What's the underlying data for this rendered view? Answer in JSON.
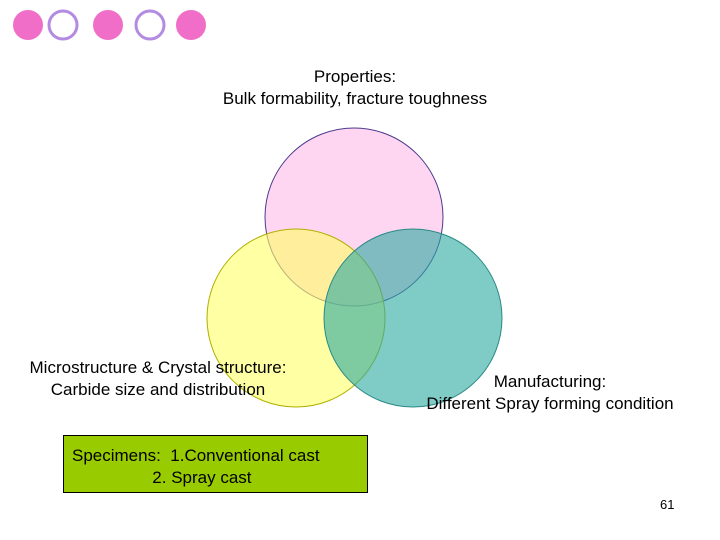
{
  "decoration": {
    "dots": [
      {
        "kind": "filled",
        "color": "#f06ec8"
      },
      {
        "kind": "outline",
        "color": "#b38be0"
      },
      {
        "kind": "filled",
        "color": "#f06ec8"
      },
      {
        "kind": "outline",
        "color": "#b38be0"
      },
      {
        "kind": "filled",
        "color": "#f06ec8"
      }
    ]
  },
  "diagram": {
    "properties": {
      "line1": "Properties:",
      "line2": "Bulk formability, fracture toughness",
      "color": "#ffccee"
    },
    "microstructure": {
      "line1": "Microstructure & Crystal structure:",
      "line2": "Carbide size and distribution",
      "color": "#ffff88"
    },
    "manufacturing": {
      "line1": "Manufacturing:",
      "line2": "Different Spray forming condition",
      "color": "#7ecdc9"
    }
  },
  "specimens": {
    "line1": "Specimens:  1.Conventional cast",
    "line2": "                 2. Spray cast",
    "color": "#99cc00"
  },
  "page_number": "61"
}
